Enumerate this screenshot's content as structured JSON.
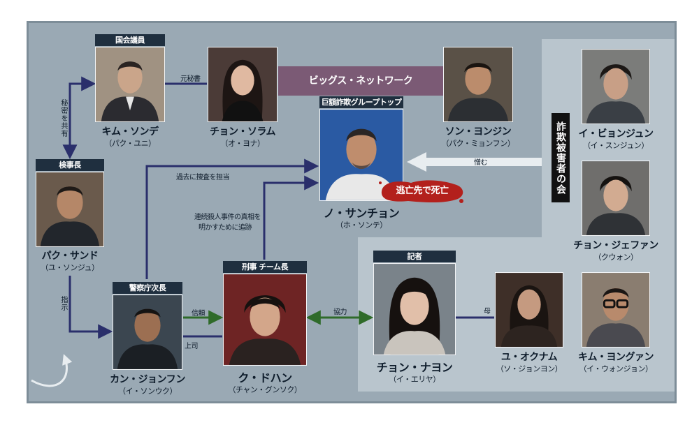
{
  "board": {
    "network_label": "ビッグス・ネットワーク",
    "society_label": "詐欺被害者の会",
    "death_label": "逃亡先で死亡"
  },
  "characters": {
    "kim_sonde": {
      "role": "国会議員",
      "name": "キム・ソンデ",
      "actor": "（パク・ユニ）"
    },
    "chon_soram": {
      "name": "チョン・ソラム",
      "actor": "（オ・ヨナ）"
    },
    "son_yonjin": {
      "name": "ソン・ヨンジン",
      "actor": "（パク・ミョンフン）"
    },
    "no_sanchon": {
      "role": "巨額詐欺グループトップ",
      "name": "ノ・サンチョン",
      "actor": "（ホ・ソンテ）"
    },
    "park_sando": {
      "role": "検事長",
      "name": "パク・サンド",
      "actor": "（ユ・ソンジュ）"
    },
    "kan_jonfun": {
      "role": "警察庁次長",
      "name": "カン・ジョンフン",
      "actor": "（イ・ソンウク）"
    },
    "ku_dohan": {
      "role": "刑事 チーム長",
      "name": "ク・ドハン",
      "actor": "（チャン・グンソク）"
    },
    "chon_nayon": {
      "role": "記者",
      "name": "チョン・ナヨン",
      "actor": "（イ・エリヤ）"
    },
    "yu_okunam": {
      "name": "ユ・オクナム",
      "actor": "（ソ・ジョンヨン）"
    },
    "kim_yongwan": {
      "name": "キム・ヨングァン",
      "actor": "（イ・ウォンジョン）"
    },
    "i_byonjun": {
      "name": "イ・ビョンジュン",
      "actor": "（イ・スンジュン）"
    },
    "chon_jefan": {
      "name": "チョン・ジェファン",
      "actor": "（クウォン）"
    }
  },
  "relations": {
    "former_secretary": "元秘書",
    "share_secret": "秘密を共有",
    "instruction": "指示",
    "investigated_past": "過去に捜査を担当",
    "chase_truth_1": "連続殺人事件の真相を",
    "chase_truth_2": "明かすために追跡",
    "trust": "信頼",
    "boss": "上司",
    "cooperate": "協力",
    "mother": "母",
    "hate": "憎む"
  },
  "colors": {
    "board": "#9aa9b4",
    "panel": "#b9c5cd",
    "line_navy": "#2a2f6b",
    "line_green": "#2f6b2a",
    "network": "#7b5a75",
    "tag": "#1f2f3f"
  }
}
